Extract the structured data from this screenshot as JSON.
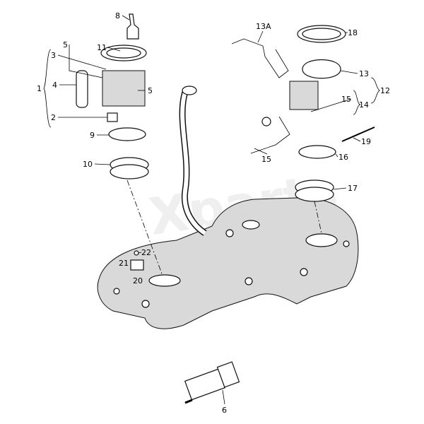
{
  "diagram": {
    "watermark": "Xparts",
    "labels": [
      "8",
      "11",
      "3",
      "5",
      "1",
      "4",
      "5",
      "2",
      "9",
      "10",
      "13A",
      "18",
      "13",
      "12",
      "15",
      "14",
      "19",
      "15",
      "16",
      "17",
      "22",
      "21",
      "20",
      "6"
    ]
  }
}
